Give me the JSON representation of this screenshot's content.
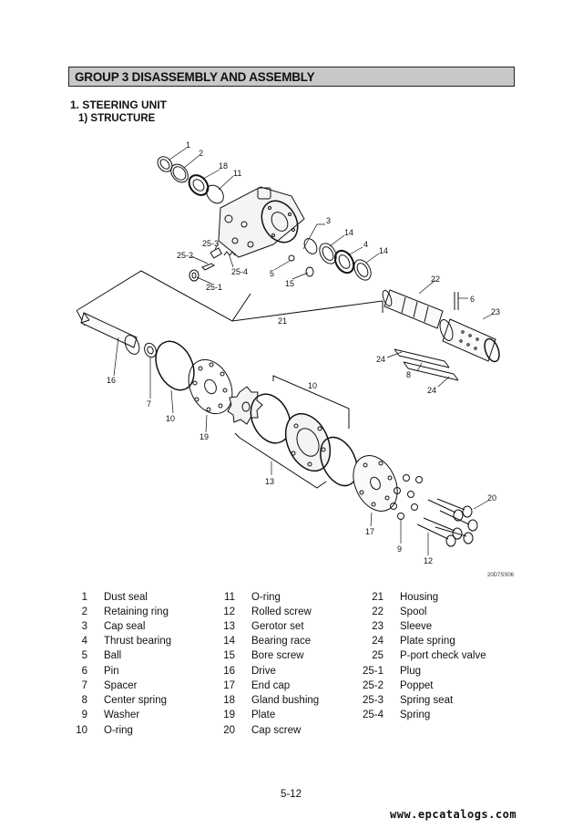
{
  "header": {
    "group_title": "GROUP  3  DISASSEMBLY AND ASSEMBLY",
    "section": "1. STEERING UNIT",
    "subsection": "1) STRUCTURE"
  },
  "diagram": {
    "code": "20D7SS06",
    "callouts": {
      "c1": "1",
      "c2": "2",
      "c18": "18",
      "c11": "11",
      "c3": "3",
      "c14a": "14",
      "c4": "4",
      "c14b": "14",
      "c25_3": "25-3",
      "c25_2": "25-2",
      "c25_4": "25-4",
      "c25_1": "25-1",
      "c5": "5",
      "c15": "15",
      "c22": "22",
      "c6": "6",
      "c23": "23",
      "c21": "21",
      "c24a": "24",
      "c8": "8",
      "c24b": "24",
      "c16": "16",
      "c7": "7",
      "c10a": "10",
      "c10b": "10",
      "c19": "19",
      "c13": "13",
      "c20": "20",
      "c17": "17",
      "c9": "9",
      "c12": "12"
    }
  },
  "parts": {
    "col1": [
      {
        "num": "1",
        "name": "Dust seal"
      },
      {
        "num": "2",
        "name": "Retaining ring"
      },
      {
        "num": "3",
        "name": "Cap seal"
      },
      {
        "num": "4",
        "name": "Thrust bearing"
      },
      {
        "num": "5",
        "name": "Ball"
      },
      {
        "num": "6",
        "name": "Pin"
      },
      {
        "num": "7",
        "name": "Spacer"
      },
      {
        "num": "8",
        "name": "Center spring"
      },
      {
        "num": "9",
        "name": "Washer"
      },
      {
        "num": "10",
        "name": "O-ring"
      }
    ],
    "col2": [
      {
        "num": "11",
        "name": "O-ring"
      },
      {
        "num": "12",
        "name": "Rolled screw"
      },
      {
        "num": "13",
        "name": "Gerotor set"
      },
      {
        "num": "14",
        "name": "Bearing race"
      },
      {
        "num": "15",
        "name": "Bore screw"
      },
      {
        "num": "16",
        "name": "Drive"
      },
      {
        "num": "17",
        "name": "End cap"
      },
      {
        "num": "18",
        "name": "Gland bushing"
      },
      {
        "num": "19",
        "name": "Plate"
      },
      {
        "num": "20",
        "name": "Cap screw"
      }
    ],
    "col3": [
      {
        "num": "21",
        "name": "Housing"
      },
      {
        "num": "22",
        "name": "Spool"
      },
      {
        "num": "23",
        "name": "Sleeve"
      },
      {
        "num": "24",
        "name": "Plate spring"
      },
      {
        "num": "25",
        "name": "P-port check valve"
      },
      {
        "num": "25-1",
        "name": "Plug"
      },
      {
        "num": "25-2",
        "name": "Poppet"
      },
      {
        "num": "25-3",
        "name": "Spring seat"
      },
      {
        "num": "25-4",
        "name": "Spring"
      }
    ]
  },
  "footer": {
    "page_number": "5-12",
    "watermark": "www.epcatalogs.com"
  }
}
